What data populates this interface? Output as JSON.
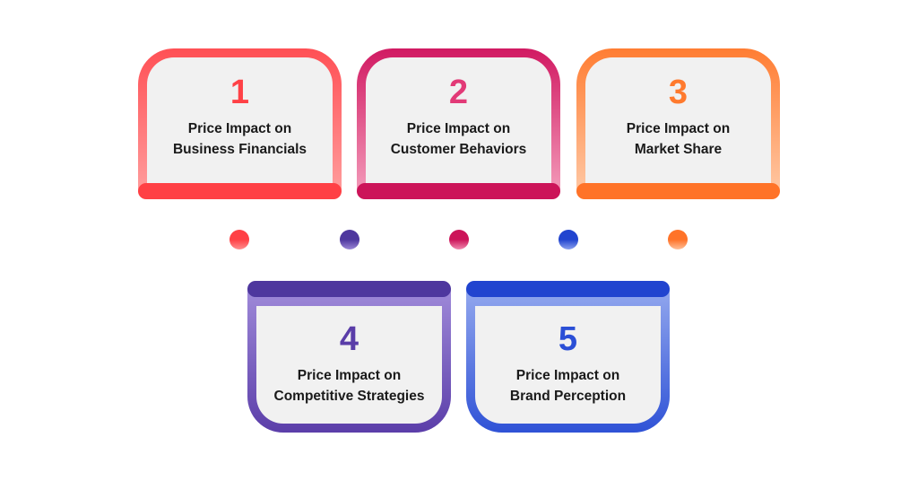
{
  "diagram": {
    "title": "",
    "cards": [
      {
        "number": "1",
        "line1": "Price Impact on",
        "line2": "Business Financials",
        "color": "#ff4146",
        "frame_top": "#ff5055",
        "frame_bottom": "#ff9c9c",
        "bar": "#ff4045"
      },
      {
        "number": "2",
        "line1": "Price Impact on",
        "line2": "Customer Behaviors",
        "color": "#e23a77",
        "frame_top": "#d11a62",
        "frame_bottom": "#f39ab9",
        "bar": "#cc1459"
      },
      {
        "number": "3",
        "line1": "Price Impact on",
        "line2": "Market Share",
        "color": "#ff7a2e",
        "frame_top": "#ff7d33",
        "frame_bottom": "#ffc7a3",
        "bar": "#ff7328"
      },
      {
        "number": "4",
        "line1": "Price Impact on",
        "line2": "Competitive Strategies",
        "color": "#5a3da8",
        "frame_top": "#9f8ad9",
        "frame_bottom": "#5b3ea9",
        "bar": "#4e379e"
      },
      {
        "number": "5",
        "line1": "Price Impact on",
        "line2": "Brand Perception",
        "color": "#2b4fd6",
        "frame_top": "#93a8ee",
        "frame_bottom": "#2f52d6",
        "bar": "#2144cf"
      }
    ],
    "dots": [
      {
        "top": "#ff4045",
        "bottom": "#ff8f8f"
      },
      {
        "top": "#4e379e",
        "bottom": "#9a86d6"
      },
      {
        "top": "#cc1459",
        "bottom": "#f08ab0"
      },
      {
        "top": "#2144cf",
        "bottom": "#8aa0ee"
      },
      {
        "top": "#ff7328",
        "bottom": "#ffbf99"
      }
    ]
  }
}
